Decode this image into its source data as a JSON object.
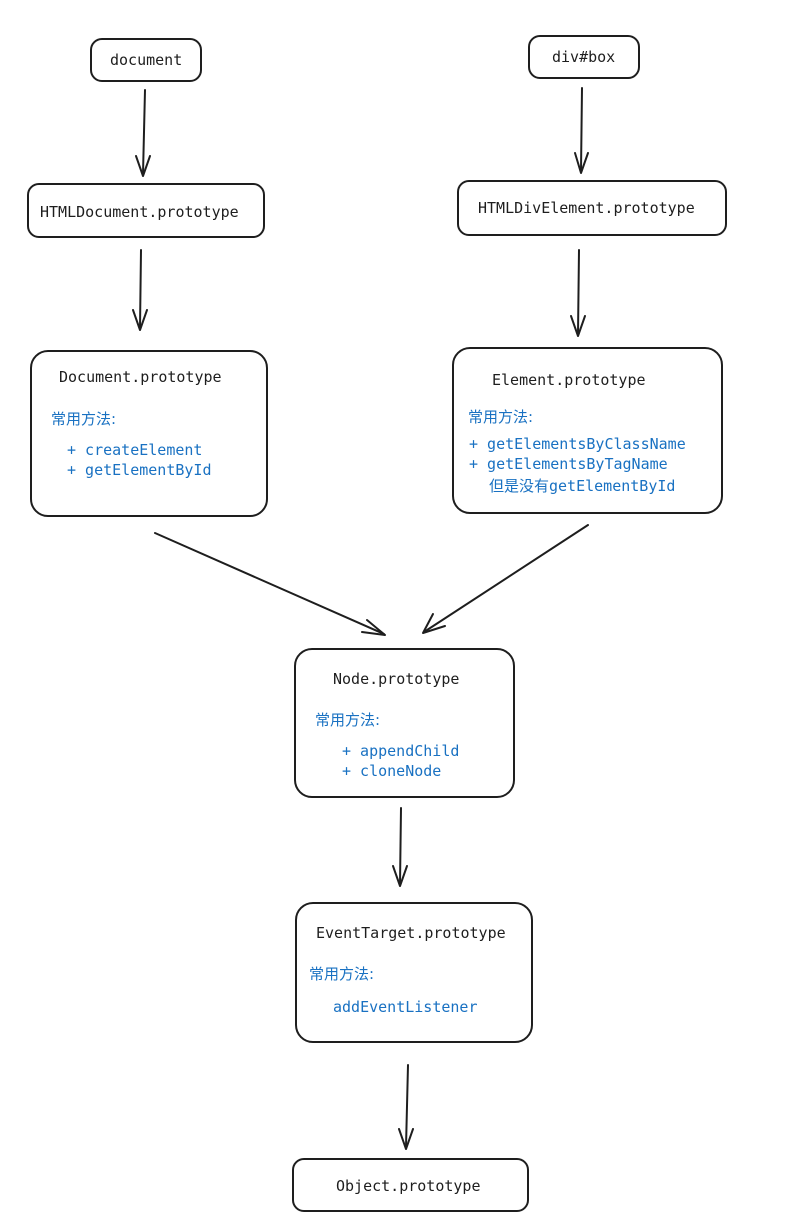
{
  "colors": {
    "stroke": "#1e1e1e",
    "accent": "#1971c2",
    "background": "#ffffff"
  },
  "nodes": {
    "document": {
      "title": "document"
    },
    "divbox": {
      "title": "div#box"
    },
    "html_document": {
      "title": "HTMLDocument.prototype"
    },
    "html_div_element": {
      "title": "HTMLDivElement.prototype"
    },
    "document_proto": {
      "title": "Document.prototype",
      "label": "常用方法:",
      "methods": [
        "+ createElement",
        "+ getElementById"
      ]
    },
    "element_proto": {
      "title": "Element.prototype",
      "label": "常用方法:",
      "methods": [
        "+ getElementsByClassName",
        "+ getElementsByTagName"
      ],
      "note": "但是没有getElementById"
    },
    "node_proto": {
      "title": "Node.prototype",
      "label": "常用方法:",
      "methods": [
        "+ appendChild",
        "+ cloneNode"
      ]
    },
    "eventtarget_proto": {
      "title": "EventTarget.prototype",
      "label": "常用方法:",
      "methods": [
        "addEventListener"
      ]
    },
    "object_proto": {
      "title": "Object.prototype"
    }
  }
}
